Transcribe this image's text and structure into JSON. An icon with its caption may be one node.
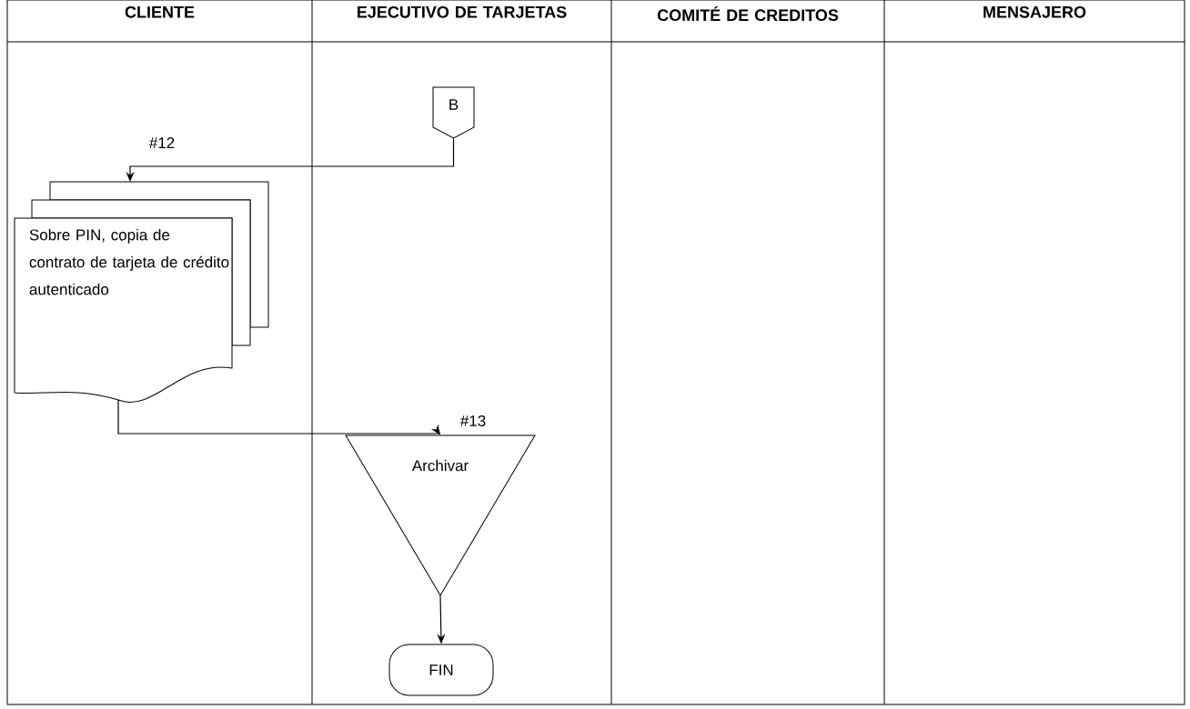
{
  "diagram": {
    "nodes": [
      {
        "text": [
          "B"
        ]
      },
      {
        "text": [
          "Sobre PIN, copia de contrato de tarjeta de crédito autenticado"
        ]
      },
      {
        "text": [
          "Archivar"
        ]
      },
      {
        "text": [
          "FIN"
        ]
      }
    ],
    "edges": [
      {
        "from": 0,
        "to": 1,
        "arrow": "to",
        "label": "#12"
      },
      {
        "from": 1,
        "to": 2,
        "arrow": "to",
        "label": "#13"
      },
      {
        "from": 2,
        "to": 3,
        "arrow": "to"
      }
    ],
    "labels": [
      "CLIENTE",
      "EJECUTIVO DE TARJETAS",
      "COMITÉ DE CREDITOS",
      "MENSAJERO"
    ]
  }
}
